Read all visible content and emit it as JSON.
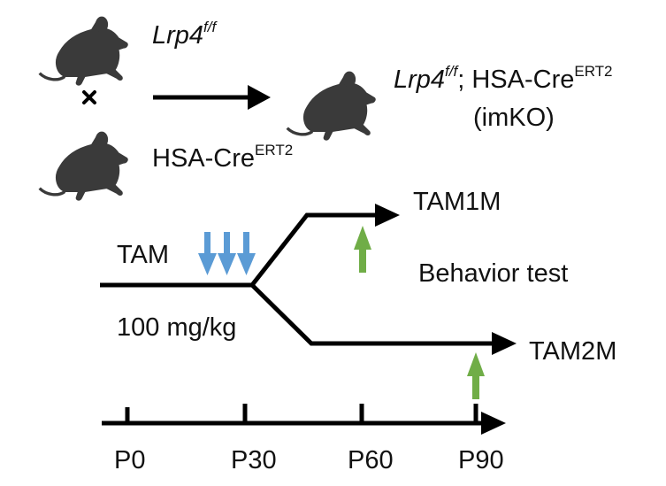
{
  "cross": {
    "parent1": {
      "gene": "Lrp4",
      "genotype": "f/f"
    },
    "cross_symbol": "×",
    "parent2": {
      "name": "HSA-Cre",
      "superscript": "ERT2"
    },
    "offspring": {
      "gene": "Lrp4",
      "genotype": "f/f",
      "separator": ";",
      "cre_name": "HSA-Cre",
      "cre_superscript": "ERT2",
      "abbreviation": "(imKO)"
    }
  },
  "timeline": {
    "treatment_label": "TAM",
    "dose_label": "100 mg/kg",
    "branches": [
      "TAM1M",
      "TAM2M"
    ],
    "behavior_label": "Behavior test",
    "ticks": [
      "P0",
      "P30",
      "P60",
      "P90"
    ]
  },
  "colors": {
    "mouse": "#3a3a3a",
    "line": "#000000",
    "injection_arrow": "#5b9bd5",
    "behavior_arrow": "#70ad47"
  },
  "icons": [
    "mouse-icon",
    "cross-icon",
    "injection-arrow-icon",
    "behavior-arrow-icon"
  ]
}
